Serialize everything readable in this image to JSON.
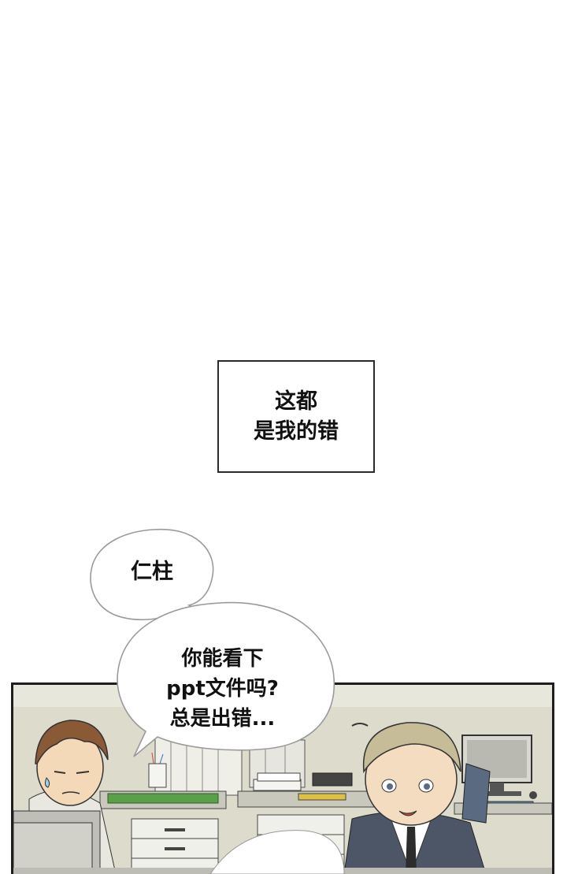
{
  "caption": {
    "lines": [
      "这都",
      "是我的错"
    ]
  },
  "bubbles": {
    "first": {
      "text": "仁柱"
    },
    "second": {
      "lines": [
        "你能看下",
        "ppt文件吗?",
        "总是出错..."
      ]
    }
  },
  "colors": {
    "ink": "#1e1e1e",
    "wall": "#d9d8c8",
    "desk": "#c9c8bd",
    "plant_green": "#58a04a",
    "hair_brown": "#8a5a36",
    "hair_blonde": "#c6bd98",
    "monitor_dark": "#3c3c3c"
  }
}
